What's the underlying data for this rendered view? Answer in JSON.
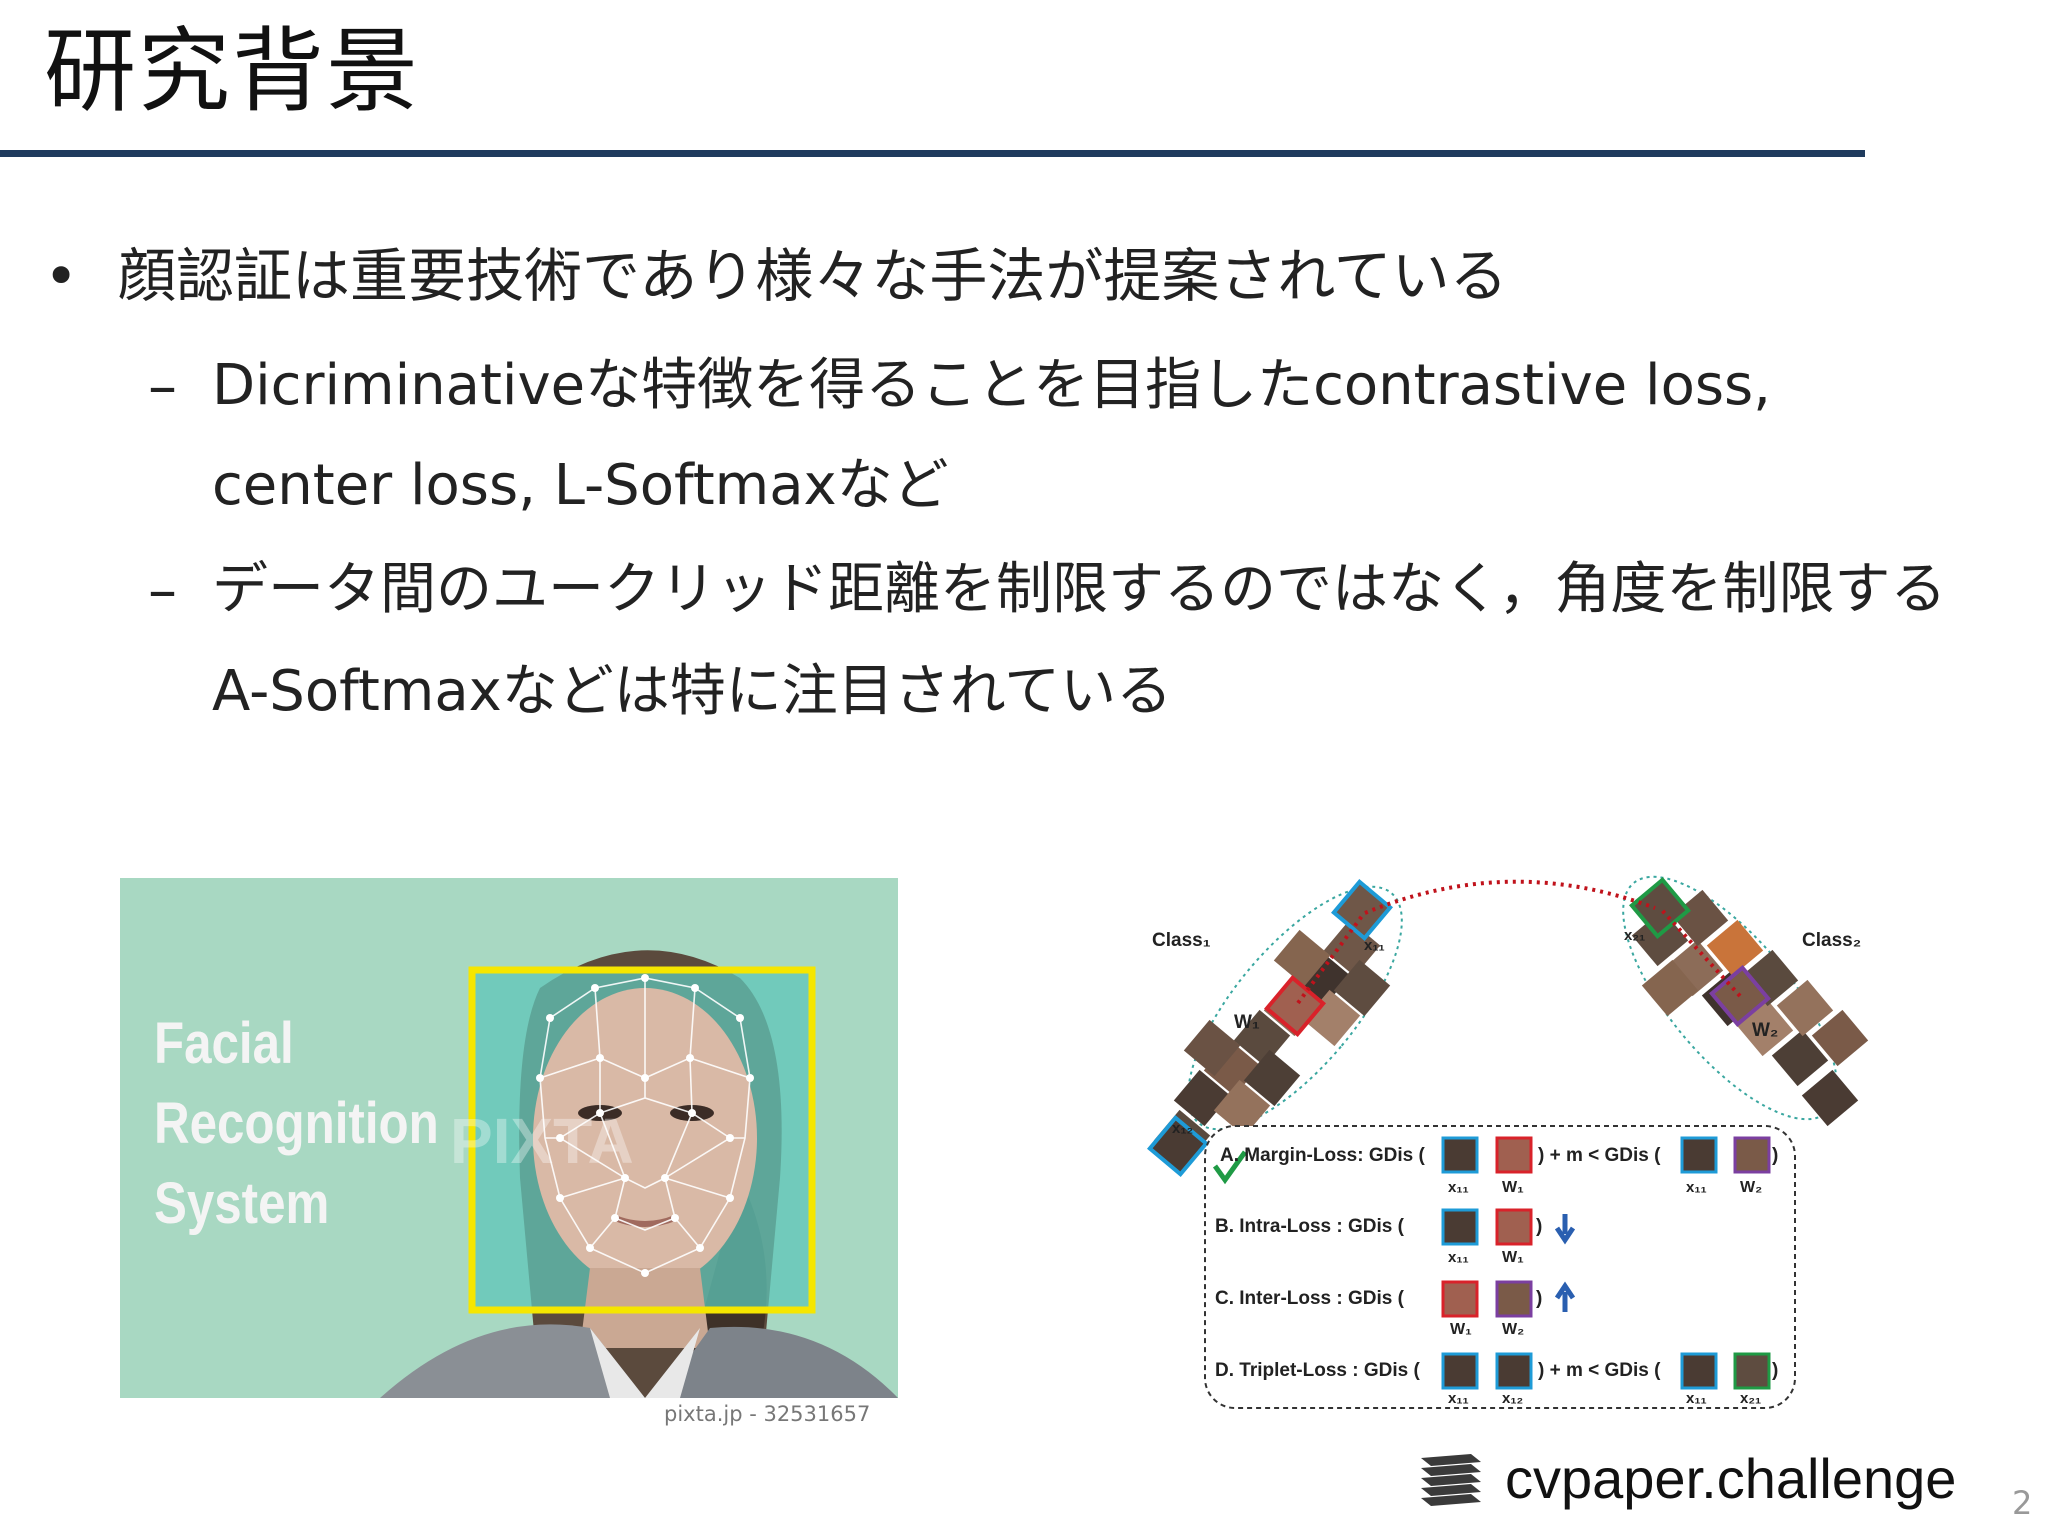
{
  "slide": {
    "title": "研究背景",
    "bullet_marker": "•",
    "dash_marker": "–",
    "bullets": [
      {
        "level": 1,
        "lines": [
          "顔認証は重要技術であり様々な手法が提案されている"
        ]
      },
      {
        "level": 2,
        "lines": [
          "Dicriminativeな特徴を得ることを目指したcontrastive loss,",
          "center loss, L-Softmaxなど"
        ]
      },
      {
        "level": 2,
        "lines": [
          "データ間のユークリッド距離を制限するのではなく，角度を制限する",
          "A-Softmaxなどは特に注目されている"
        ]
      }
    ],
    "page_number": "2"
  },
  "figure_left": {
    "overlay_lines": [
      "Facial",
      "Recognition",
      "System"
    ],
    "watermark": "PIXTA",
    "credit": "pixta.jp - 32531657",
    "box_color": "#f5e600",
    "bg_color": "#a8d8c2"
  },
  "figure_right": {
    "class1_label": "Class₁",
    "class2_label": "Class₂",
    "point_labels": {
      "x11": "x₁₁",
      "x12": "x₁₂",
      "x21": "x₂₁",
      "w1": "W₁",
      "w2": "W₂"
    },
    "losses": [
      {
        "label": "A. Margin-Loss: GDis (",
        "pair1": [
          "x₁₁",
          "W₁"
        ],
        "middle": ") + m < GDis (",
        "pair2": [
          "x₁₁",
          "W₂"
        ],
        "end": ")"
      },
      {
        "label": "B. Intra-Loss :    GDis (",
        "pair1": [
          "x₁₁",
          "W₁"
        ],
        "end": ")",
        "arrow": "down"
      },
      {
        "label": "C. Inter-Loss :    GDis (",
        "pair1": [
          "W₁",
          "W₂"
        ],
        "end": ")",
        "arrow": "up"
      },
      {
        "label": "D. Triplet-Loss :  GDis (",
        "pair1": [
          "x₁₁",
          "x₁₂"
        ],
        "middle": ") + m < GDis (",
        "pair2": [
          "x₁₁",
          "x₂₁"
        ],
        "end": ")"
      }
    ],
    "colors": {
      "x11": "#1e9bd7",
      "x12": "#1e9bd7",
      "w1": "#d9222a",
      "w2": "#7b3fa0",
      "x21": "#1f9a45",
      "dotted_link": "#c0121b",
      "ellipse": "#3aa7a0"
    }
  },
  "branding": {
    "text": "cvpaper.challenge",
    "logo_icon": "stacked-layers-icon"
  }
}
